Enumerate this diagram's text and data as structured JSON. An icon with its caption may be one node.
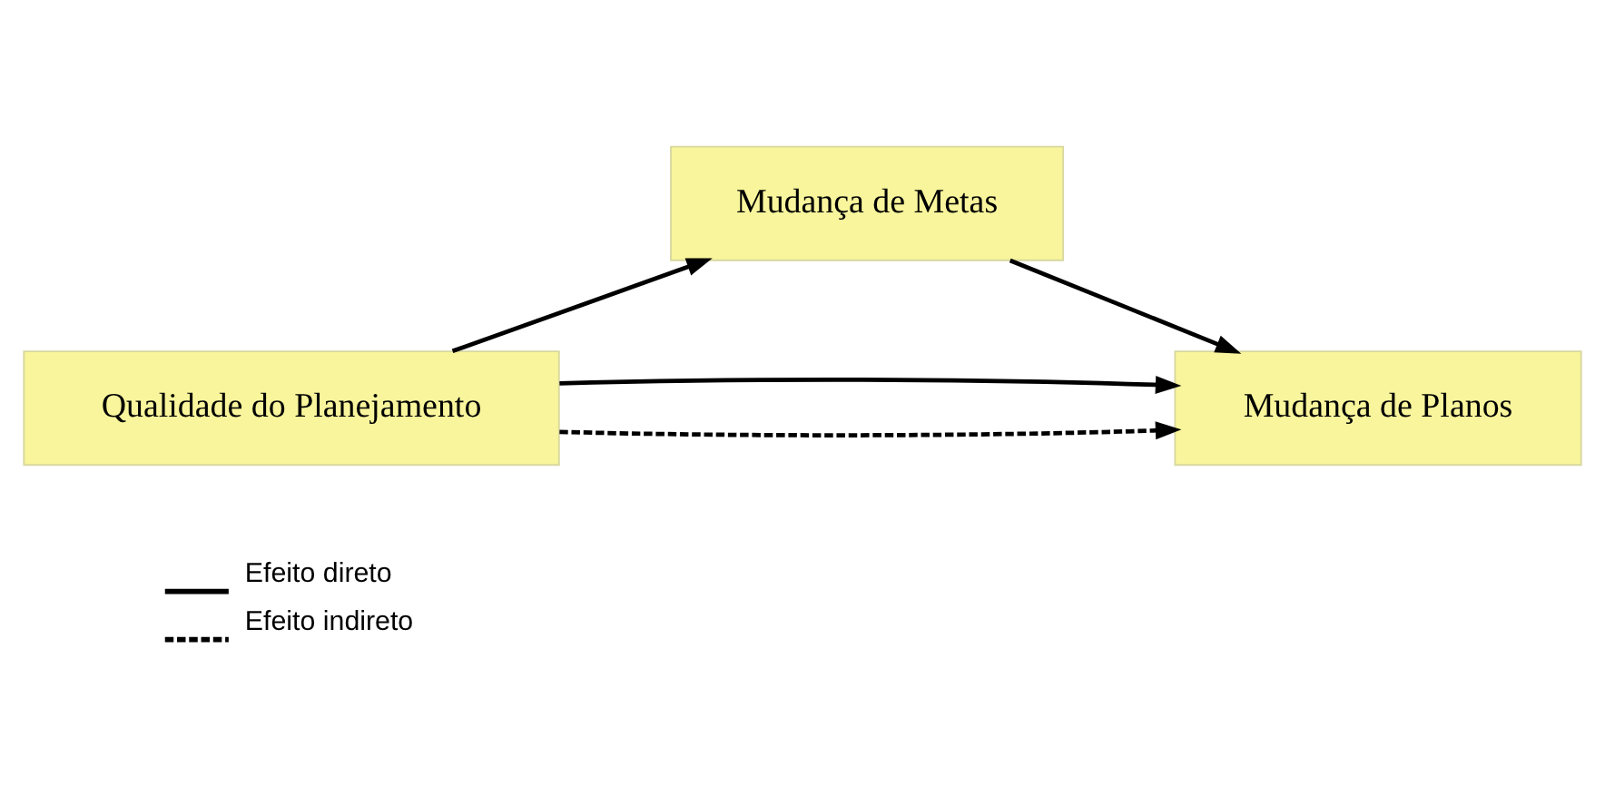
{
  "diagram": {
    "nodes": [
      {
        "text": [
          "Qualidade do Planejamento"
        ]
      },
      {
        "text": [
          "Mudança de Metas"
        ]
      },
      {
        "text": [
          "Mudança de Planos"
        ]
      }
    ],
    "edges": [
      {
        "from": 0,
        "to": 1,
        "arrow": "to"
      },
      {
        "from": 0,
        "to": 2,
        "arrow": "to",
        "style": "dashed"
      },
      {
        "from": 1,
        "to": 2,
        "arrow": "to"
      },
      {
        "from": 0,
        "to": 2,
        "arrow": "to"
      }
    ],
    "legend": [
      {
        "text": "Efeito direto"
      },
      {
        "text": "Efeito indireto"
      }
    ]
  }
}
